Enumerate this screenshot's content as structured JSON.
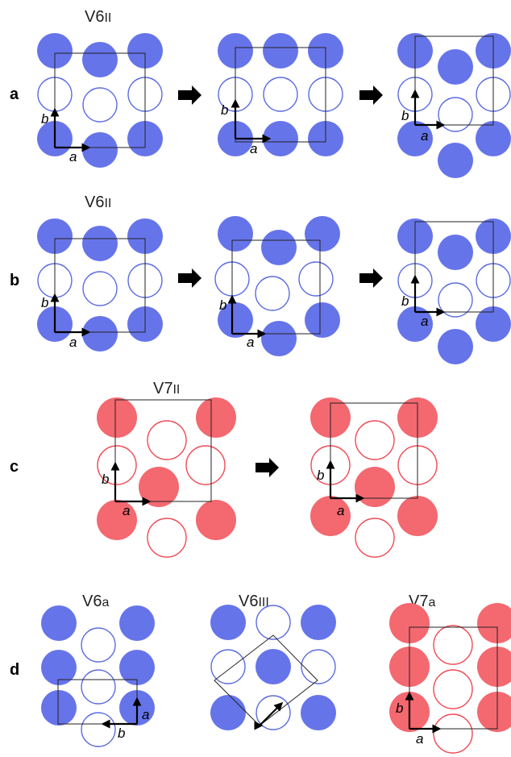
{
  "rows": [
    {
      "label": "a"
    },
    {
      "label": "b"
    },
    {
      "label": "c"
    },
    {
      "label": "d"
    }
  ],
  "titles": {
    "row_a": {
      "main": "V6",
      "sub": "II"
    },
    "row_b": {
      "main": "V6",
      "sub": "II"
    },
    "row_c": {
      "main": "V7",
      "sub": "II"
    },
    "d1": {
      "main": "V6",
      "sub": "a"
    },
    "d2": {
      "main": "V6",
      "sub": "III"
    },
    "d3": {
      "main": "V7",
      "sub": "a"
    }
  },
  "axes": {
    "a": "a",
    "b": "b"
  },
  "colors": {
    "blue": "#6674ea",
    "blue_stroke": "#5b6ce0",
    "red": "#f46870",
    "red_stroke": "#ef4a55",
    "line": "#222222"
  }
}
